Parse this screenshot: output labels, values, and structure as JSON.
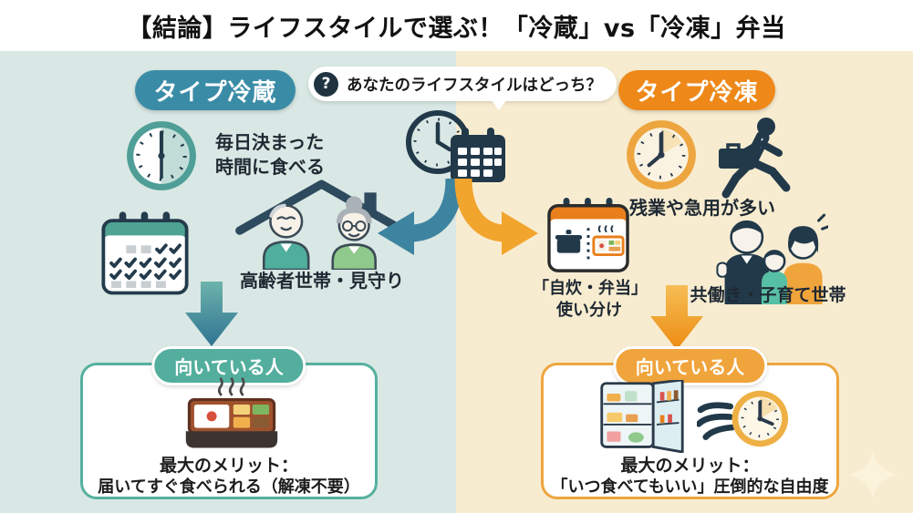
{
  "title": "【結論】ライフスタイルで選ぶ！「冷蔵」vs「冷凍」弁当",
  "question": {
    "mark": "?",
    "label": "あなたのライフスタイルはどっち？"
  },
  "left": {
    "badge": "タイプ冷蔵",
    "habit_line1": "毎日決まった",
    "habit_line2": "時間に食べる",
    "household": "高齢者世帯・見守り",
    "suited_label": "向いている人",
    "merit_title": "最大のメリット：",
    "merit_text": "届いてすぐ食べられる（解凍不要）"
  },
  "right": {
    "badge": "タイプ冷凍",
    "habit": "残業や急用が多い",
    "usage_line1": "「自炊・弁当」",
    "usage_line2": "使い分け",
    "household": "共働き・子育て世帯",
    "suited_label": "向いている人",
    "merit_title": "最大のメリット：",
    "merit_text": "「いつ食べてもいい」圧倒的な自由度"
  },
  "colors": {
    "title_text": "#111111",
    "left_bg": "#d9e8e4",
    "right_bg": "#f8ecd0",
    "left_badge": "#3a8ca6",
    "right_badge": "#ee8818",
    "left_accent": "#53ae9d",
    "right_accent": "#f0a43c",
    "teal_arrow": "#3d84a0",
    "orange_arrow": "#f2a52c",
    "navy": "#22394a"
  }
}
